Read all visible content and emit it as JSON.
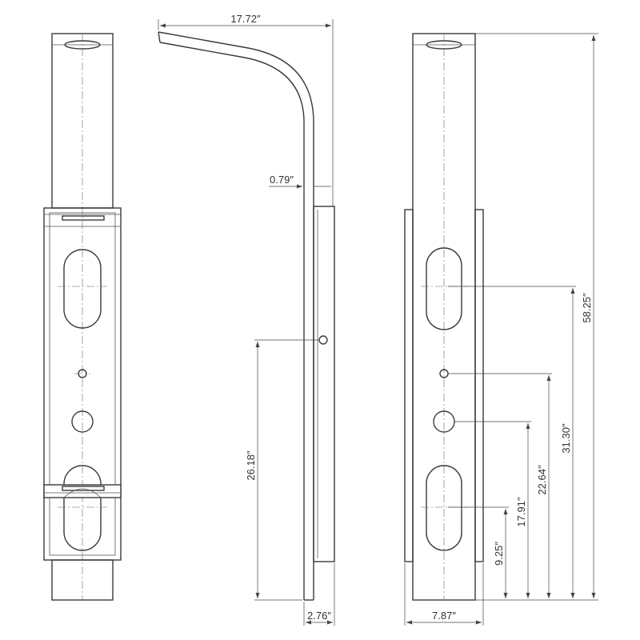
{
  "dimensions": {
    "spout_reach": "17.72″",
    "spout_diameter": "0.79″",
    "connection_height": "26.18″",
    "depth": "2.76″",
    "width": "7.87″",
    "total_height": "58.25″",
    "upper_slot_height": "31.30″",
    "small_hole_height": "22.64″",
    "large_hole_height": "17.91″",
    "lower_slot_height": "9.25″"
  }
}
